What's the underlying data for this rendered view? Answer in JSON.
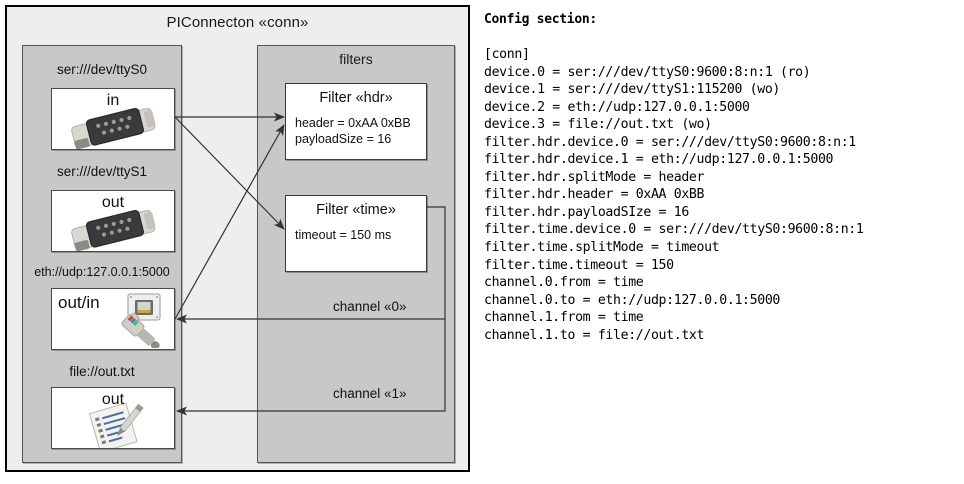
{
  "diagram": {
    "title": "PIConnecton «conn»",
    "groups": {
      "devices_title": "",
      "filters_title": "filters"
    },
    "devices": [
      {
        "label": "ser:///dev/ttyS0",
        "io": "in",
        "icon": "serial-port-icon"
      },
      {
        "label": "ser:///dev/ttyS1",
        "io": "out",
        "icon": "serial-port-icon"
      },
      {
        "label": "eth://udp:127.0.0.1:5000",
        "io": "out/in",
        "icon": "ethernet-plug-icon"
      },
      {
        "label": "file://out.txt",
        "io": "out",
        "icon": "text-file-icon"
      }
    ],
    "filters": [
      {
        "title": "Filter «hdr»",
        "props": [
          "header = 0xAA 0xBB",
          "payloadSize = 16"
        ]
      },
      {
        "title": "Filter «time»",
        "props": [
          "timeout = 150 ms"
        ]
      }
    ],
    "channels": [
      {
        "label": "channel «0»"
      },
      {
        "label": "channel «1»"
      }
    ]
  },
  "config": {
    "heading": "Config section:",
    "lines": [
      "[conn]",
      "device.0 = ser:///dev/ttyS0:9600:8:n:1 (ro)",
      "device.1 = ser:///dev/ttyS1:115200 (wo)",
      "device.2 = eth://udp:127.0.0.1:5000",
      "device.3 = file://out.txt (wo)",
      "filter.hdr.device.0 = ser:///dev/ttyS0:9600:8:n:1",
      "filter.hdr.device.1 = eth://udp:127.0.0.1:5000",
      "filter.hdr.splitMode = header",
      "filter.hdr.header = 0xAA 0xBB",
      "filter.hdr.payloadSIze = 16",
      "filter.time.device.0 = ser:///dev/ttyS0:9600:8:n:1",
      "filter.time.splitMode = timeout",
      "filter.time.timeout = 150",
      "channel.0.from = time",
      "channel.0.to = eth://udp:127.0.0.1:5000",
      "channel.1.from = time",
      "channel.1.to = file://out.txt"
    ]
  },
  "colors": {
    "page_bg": "#ffffff",
    "outer_frame_bg": "#eeeeee",
    "group_bg": "#c8c8c8",
    "box_bg": "#ffffff",
    "line": "#333333",
    "text": "#111111"
  }
}
